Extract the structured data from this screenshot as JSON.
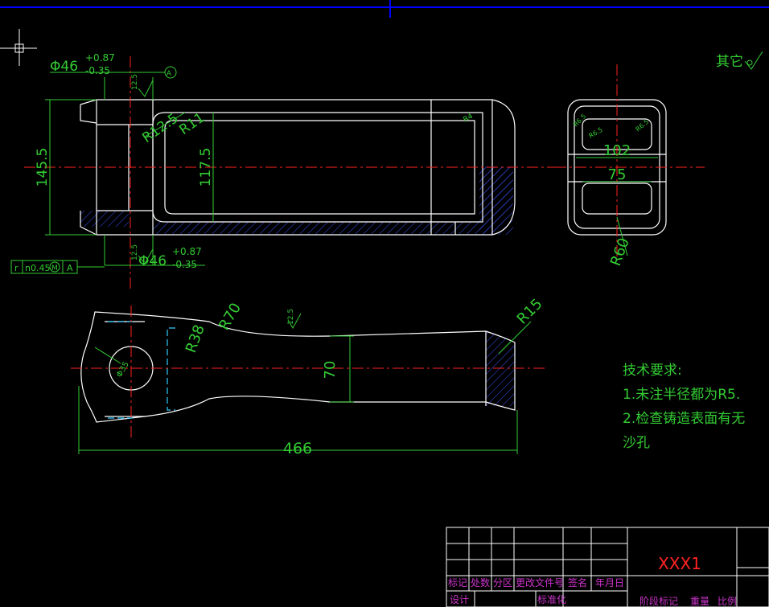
{
  "colors": {
    "background": "#000000",
    "geometry": "#ffffff",
    "dimension": "#33cc33",
    "centerline": "#ff2222",
    "hatch": "#3344cc",
    "hidden": "#33ccff",
    "titleblock_text": "#cc33cc",
    "frame": "#0000ff"
  },
  "dimensions": {
    "phi_top": "Φ46",
    "tol_upper_top": "+0.87",
    "tol_lower_top": "-0.35",
    "phi_bottom": "Φ46",
    "tol_upper_bottom": "+0.87",
    "tol_lower_bottom": "-0.35",
    "height_145": "145.5",
    "height_117": "117.5",
    "r12_5": "R12.5",
    "r11": "R11",
    "r4": "R4",
    "datum_a": "A",
    "rough_top": "12.5",
    "rough_bottom": "12.5",
    "rough_mid": "12.5",
    "width_102": "102",
    "width_75": "75",
    "r60": "R60",
    "r65_a": "R6.5",
    "r65_b": "R6.5",
    "r65_c": "R6.5",
    "r70": "R70",
    "r38": "R38",
    "r15": "R15",
    "h70": "70",
    "len466": "466",
    "hole": "Φ35"
  },
  "gdt": {
    "symbol": "r",
    "value": "n0.45",
    "modifier": "M",
    "datum": "A"
  },
  "other_roughness": "其它",
  "tech_notes": {
    "title": "技术要求:",
    "line1": "1.未注半径都为R5.",
    "line2": "2.检查铸造表面有无",
    "line3": "沙孔"
  },
  "title_block": {
    "part_name": "XXX1",
    "row_labels": [
      "标记",
      "处数",
      "分区",
      "更改文件号",
      "签名",
      "年月日"
    ],
    "design": "设计",
    "standardize": "标准化",
    "stage": "阶段标记",
    "weight": "重量",
    "scale": "比例"
  }
}
